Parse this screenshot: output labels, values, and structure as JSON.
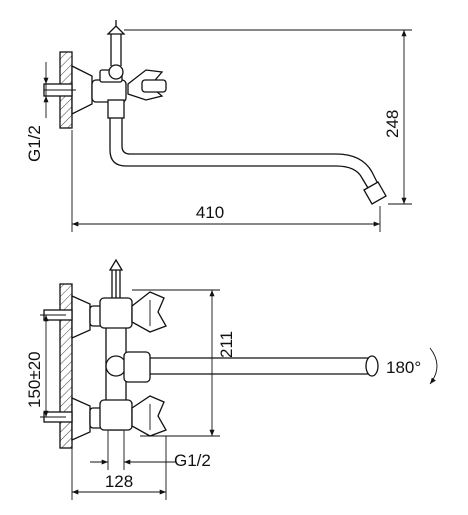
{
  "top_view": {
    "thread_label": "G1/2",
    "width_label": "410",
    "height_label": "248"
  },
  "bottom_view": {
    "spacing_label": "150±20",
    "height_label": "211",
    "rotation_label": "180°",
    "thread_label": "G1/2",
    "depth_label": "128"
  }
}
